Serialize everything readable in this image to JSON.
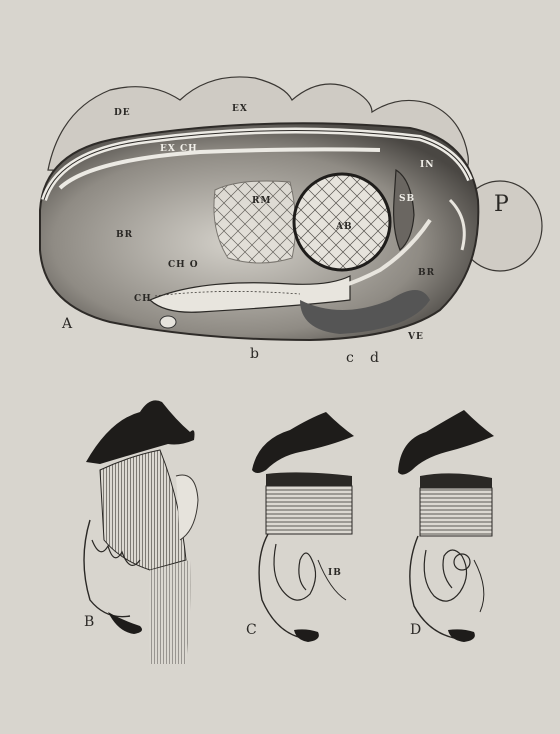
{
  "figure_a": {
    "letter": "A",
    "labels": {
      "de": "DE",
      "ex": "EX",
      "exch": "EX CH",
      "in": "IN",
      "p": "P",
      "rm": "RM",
      "ab": "AB",
      "br_left": "BR",
      "br_right": "BR",
      "sb": "SB",
      "cho": "CH O",
      "ch": "CH",
      "ve": "VE",
      "b": "b",
      "c": "c",
      "d": "d"
    }
  },
  "figure_b": {
    "letter": "B"
  },
  "figure_c": {
    "letter": "C",
    "label_ib": "IB"
  },
  "figure_d": {
    "letter": "D"
  },
  "colors": {
    "paper": "#d8d5ce",
    "ink": "#2b2926",
    "shade": "#8e8a83",
    "light": "#ece9e2"
  }
}
